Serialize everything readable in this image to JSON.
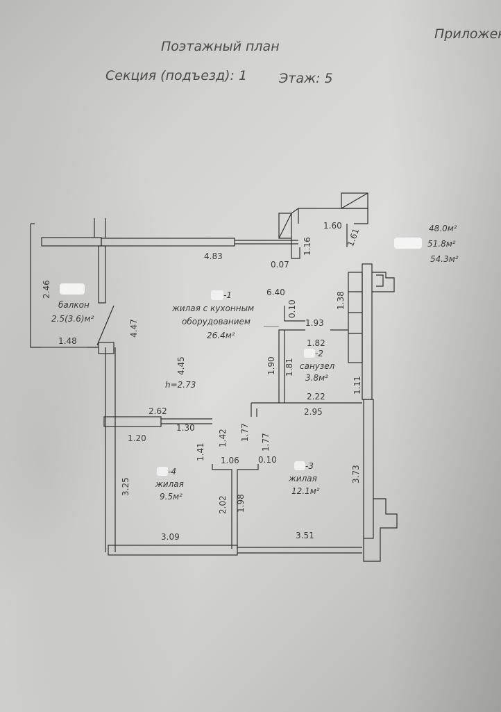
{
  "header": {
    "appendix": "Приложен",
    "title": "Поэтажный план",
    "section": "Секция (подъезд): 1",
    "floor": "Этаж: 5"
  },
  "areas": {
    "a1": "48.0м²",
    "a2": "51.8м²",
    "a3": "54.3м²"
  },
  "rooms": {
    "balcony_name": "балкон",
    "balcony_area": "2.5(3.6)м²",
    "r1_num": "-1",
    "r1_name1": "жилая с кухонным",
    "r1_name2": "оборудованием",
    "r1_area": "26.4м²",
    "r2_num": "-2",
    "r2_name": "санузел",
    "r2_area": "3.8м²",
    "r3_num": "-3",
    "r3_name": "жилая",
    "r3_area": "12.1м²",
    "r4_num": "-4",
    "r4_name": "жилая",
    "r4_area": "9.5м²",
    "height": "h=2.73"
  },
  "dims": {
    "d160": "1.60",
    "d161": "1.61",
    "d116": "1.16",
    "d483": "4.83",
    "d007": "0.07",
    "d640": "6.40",
    "d246": "2.46",
    "d447": "4.47",
    "d148": "1.48",
    "d445": "4.45",
    "d010a": "0.10",
    "d193": "1.93",
    "d138": "1.38",
    "d182": "1.82",
    "d190": "1.90",
    "d181": "1.81",
    "d111": "1.11",
    "d222": "2.22",
    "d295": "2.95",
    "d262": "2.62",
    "d130": "1.30",
    "d120": "1.20",
    "d141": "1.41",
    "d142": "1.42",
    "d177a": "1.77",
    "d177b": "1.77",
    "d106": "1.06",
    "d010b": "0.10",
    "d373": "3.73",
    "d325": "3.25",
    "d202": "2.02",
    "d198": "1.98",
    "d309": "3.09",
    "d351": "3.51"
  }
}
